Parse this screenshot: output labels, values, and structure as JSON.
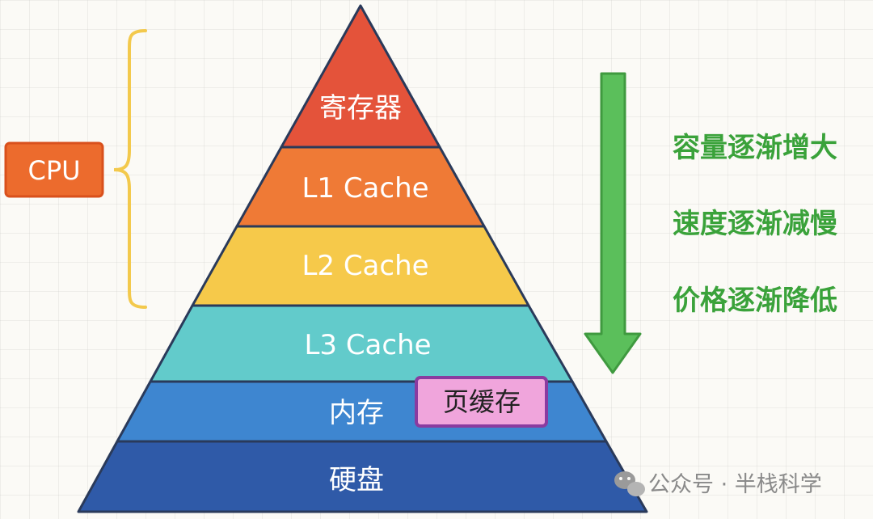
{
  "pyramid": {
    "layers": [
      {
        "label": "寄存器",
        "color": "#e4533a"
      },
      {
        "label": "L1 Cache",
        "color": "#ef7a36"
      },
      {
        "label": "L2 Cache",
        "color": "#f6c94a"
      },
      {
        "label": "L3 Cache",
        "color": "#62cbcb"
      },
      {
        "label": "内存",
        "color": "#3e86d0"
      },
      {
        "label": "硬盘",
        "color": "#2f5aa8"
      }
    ]
  },
  "cpu_label": "CPU",
  "page_cache_label": "页缓存",
  "trends": [
    "容量逐渐增大",
    "速度逐渐减慢",
    "价格逐渐降低"
  ],
  "watermark": "公众号 · 半栈科学",
  "colors": {
    "brace": "#f3c94c",
    "arrow": "#5bbf5b",
    "trend_text": "#3aa23a",
    "cpu_box": "#ec6b2d",
    "page_cache_fill": "#f0a5dc",
    "page_cache_border": "#8a3ba0"
  }
}
